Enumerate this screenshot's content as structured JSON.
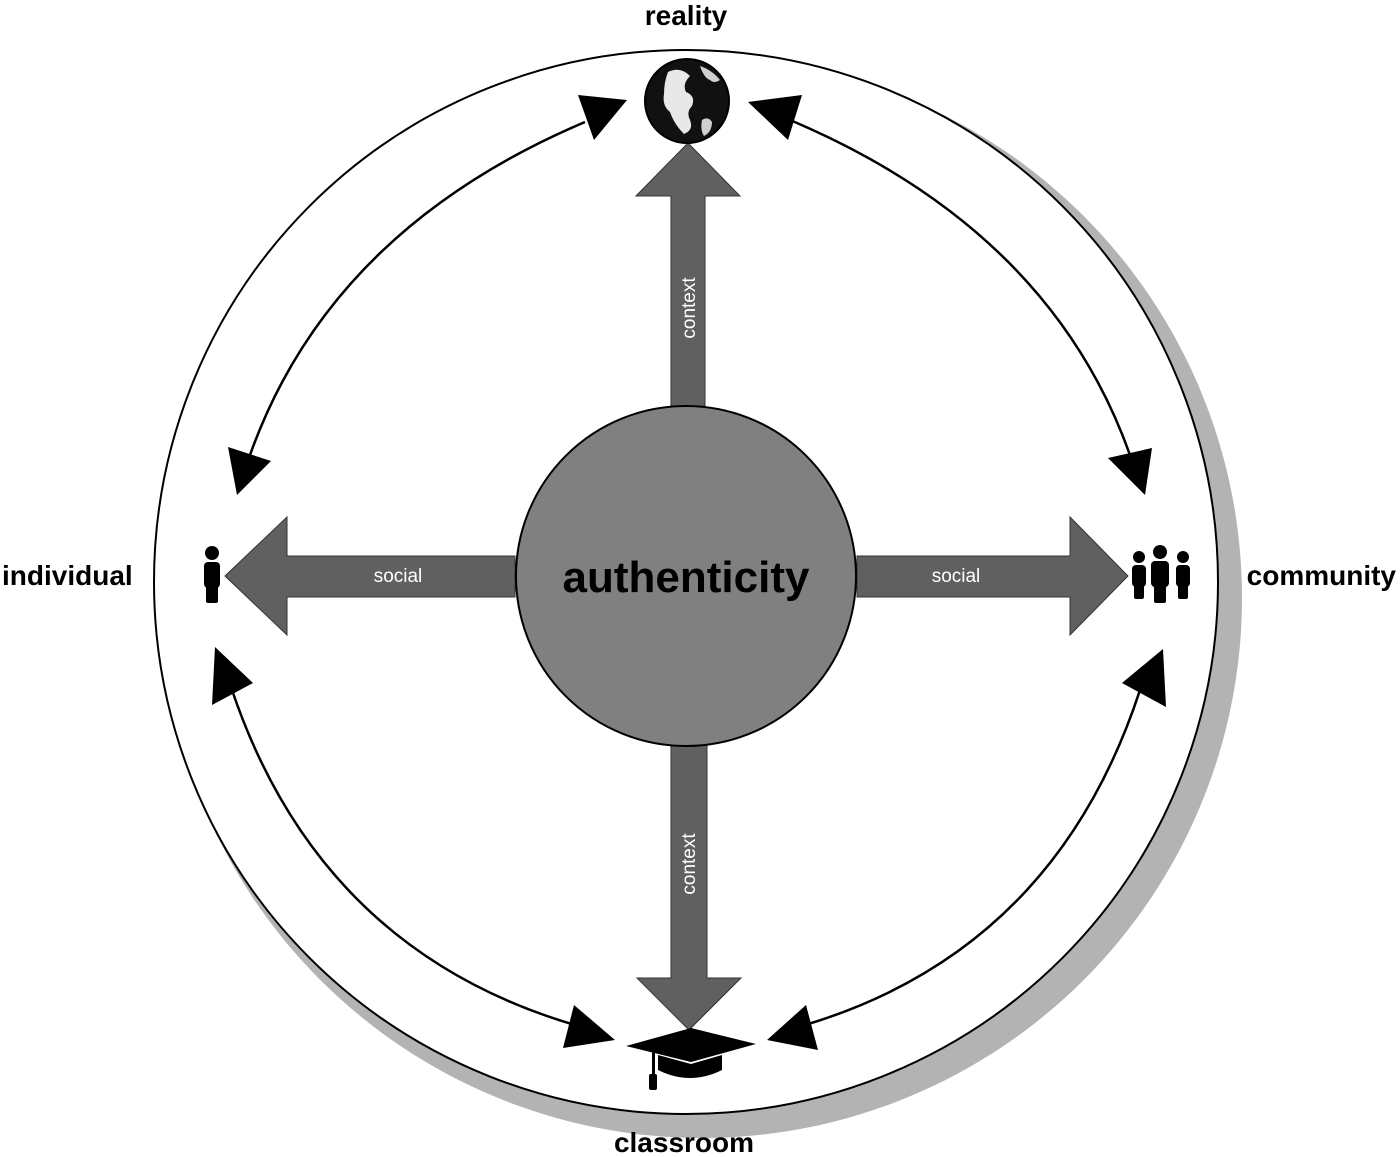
{
  "diagram": {
    "center": {
      "label": "authenticity"
    },
    "poles": {
      "top": {
        "label": "reality",
        "icon": "globe-icon"
      },
      "bottom": {
        "label": "classroom",
        "icon": "graduation-cap-icon"
      },
      "left": {
        "label": "individual",
        "icon": "person-icon"
      },
      "right": {
        "label": "community",
        "icon": "group-icon"
      }
    },
    "axes": {
      "vertical": {
        "label": "context"
      },
      "horizontal": {
        "label": "social"
      }
    },
    "colors": {
      "center_fill": "#808080",
      "arrow_fill": "#606060",
      "shadow": "#b3b3b3",
      "line": "#000000"
    }
  }
}
